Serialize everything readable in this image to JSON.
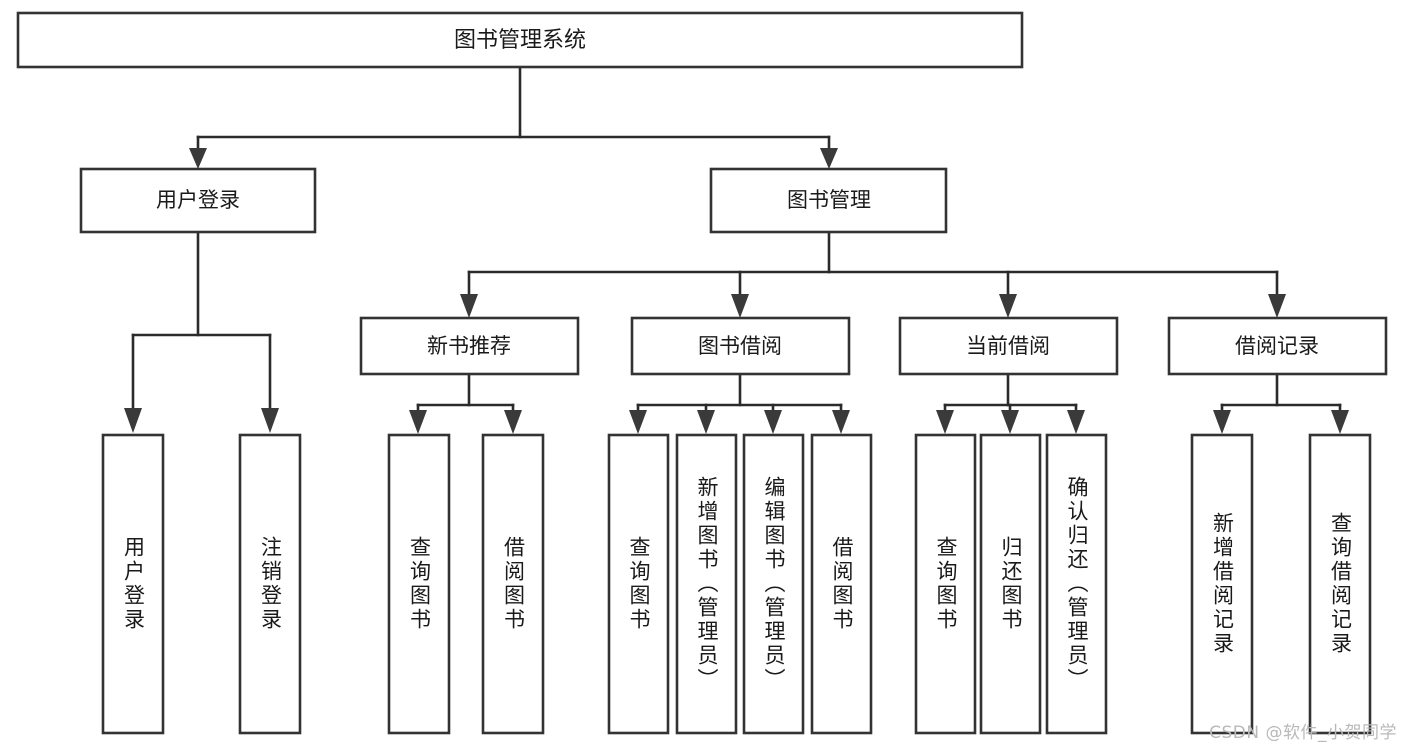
{
  "diagram": {
    "title": "图书管理系统",
    "type": "tree-hierarchy-chart",
    "orientation": "top-down",
    "colors": {
      "box_fill": "#ffffff",
      "box_stroke": "#333333",
      "connector": "#2b2b2b",
      "text": "#1a1a1a",
      "watermark": "#b9b9b9",
      "background": "#ffffff"
    },
    "root": {
      "label": "图书管理系统"
    },
    "level2": [
      {
        "label": "用户登录"
      },
      {
        "label": "图书管理"
      }
    ],
    "level3": [
      {
        "label": "新书推荐"
      },
      {
        "label": "图书借阅"
      },
      {
        "label": "当前借阅"
      },
      {
        "label": "借阅记录"
      }
    ],
    "leaves": {
      "user_login": [
        {
          "label": "用户登录"
        },
        {
          "label": "注销登录"
        }
      ],
      "new_book_recommend": [
        {
          "label": "查询图书"
        },
        {
          "label": "借阅图书"
        }
      ],
      "book_borrow": [
        {
          "label": "查询图书"
        },
        {
          "label": "新增图书（管理员）"
        },
        {
          "label": "编辑图书（管理员）"
        },
        {
          "label": "借阅图书"
        }
      ],
      "current_borrow": [
        {
          "label": "查询图书"
        },
        {
          "label": "归还图书"
        },
        {
          "label": "确认归还（管理员）"
        }
      ],
      "borrow_records": [
        {
          "label": "新增借阅记录"
        },
        {
          "label": "查询借阅记录"
        }
      ]
    },
    "watermark": "CSDN @软件_小贺同学"
  }
}
